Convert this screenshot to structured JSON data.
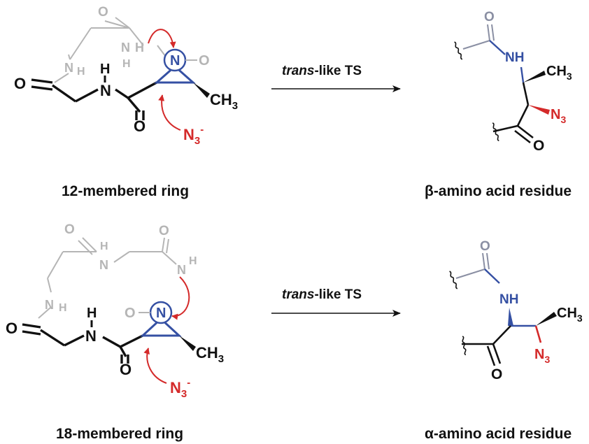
{
  "colors": {
    "black": "#111111",
    "gray": "#b5b5b5",
    "blue": "#3550a3",
    "red": "#d42a2a"
  },
  "rows": [
    {
      "reactant_caption": "12-membered ring",
      "condition_italic": "trans",
      "condition_rest": "-like TS",
      "product_caption": "β-amino acid residue",
      "nucleophile": {
        "symbol": "N",
        "subscript": "3",
        "charge": "-"
      },
      "aziridine_n": "N",
      "methyl": {
        "symbol": "CH",
        "subscript": "3"
      },
      "oxygen": "O",
      "nitrogen": "N",
      "hydrogen": "H",
      "product": {
        "nh": "NH",
        "o_top": "O",
        "o_bottom": "O",
        "methyl": {
          "symbol": "CH",
          "subscript": "3"
        },
        "azide": {
          "symbol": "N",
          "subscript": "3"
        }
      }
    },
    {
      "reactant_caption": "18-membered ring",
      "condition_italic": "trans",
      "condition_rest": "-like TS",
      "product_caption": "α-amino acid residue",
      "nucleophile": {
        "symbol": "N",
        "subscript": "3",
        "charge": "-"
      },
      "aziridine_n": "N",
      "methyl": {
        "symbol": "CH",
        "subscript": "3"
      },
      "oxygen": "O",
      "nitrogen": "N",
      "hydrogen": "H",
      "product": {
        "nh": "NH",
        "o_top": "O",
        "o_bottom": "O",
        "methyl": {
          "symbol": "CH",
          "subscript": "3"
        },
        "azide": {
          "symbol": "N",
          "subscript": "3"
        }
      }
    }
  ]
}
